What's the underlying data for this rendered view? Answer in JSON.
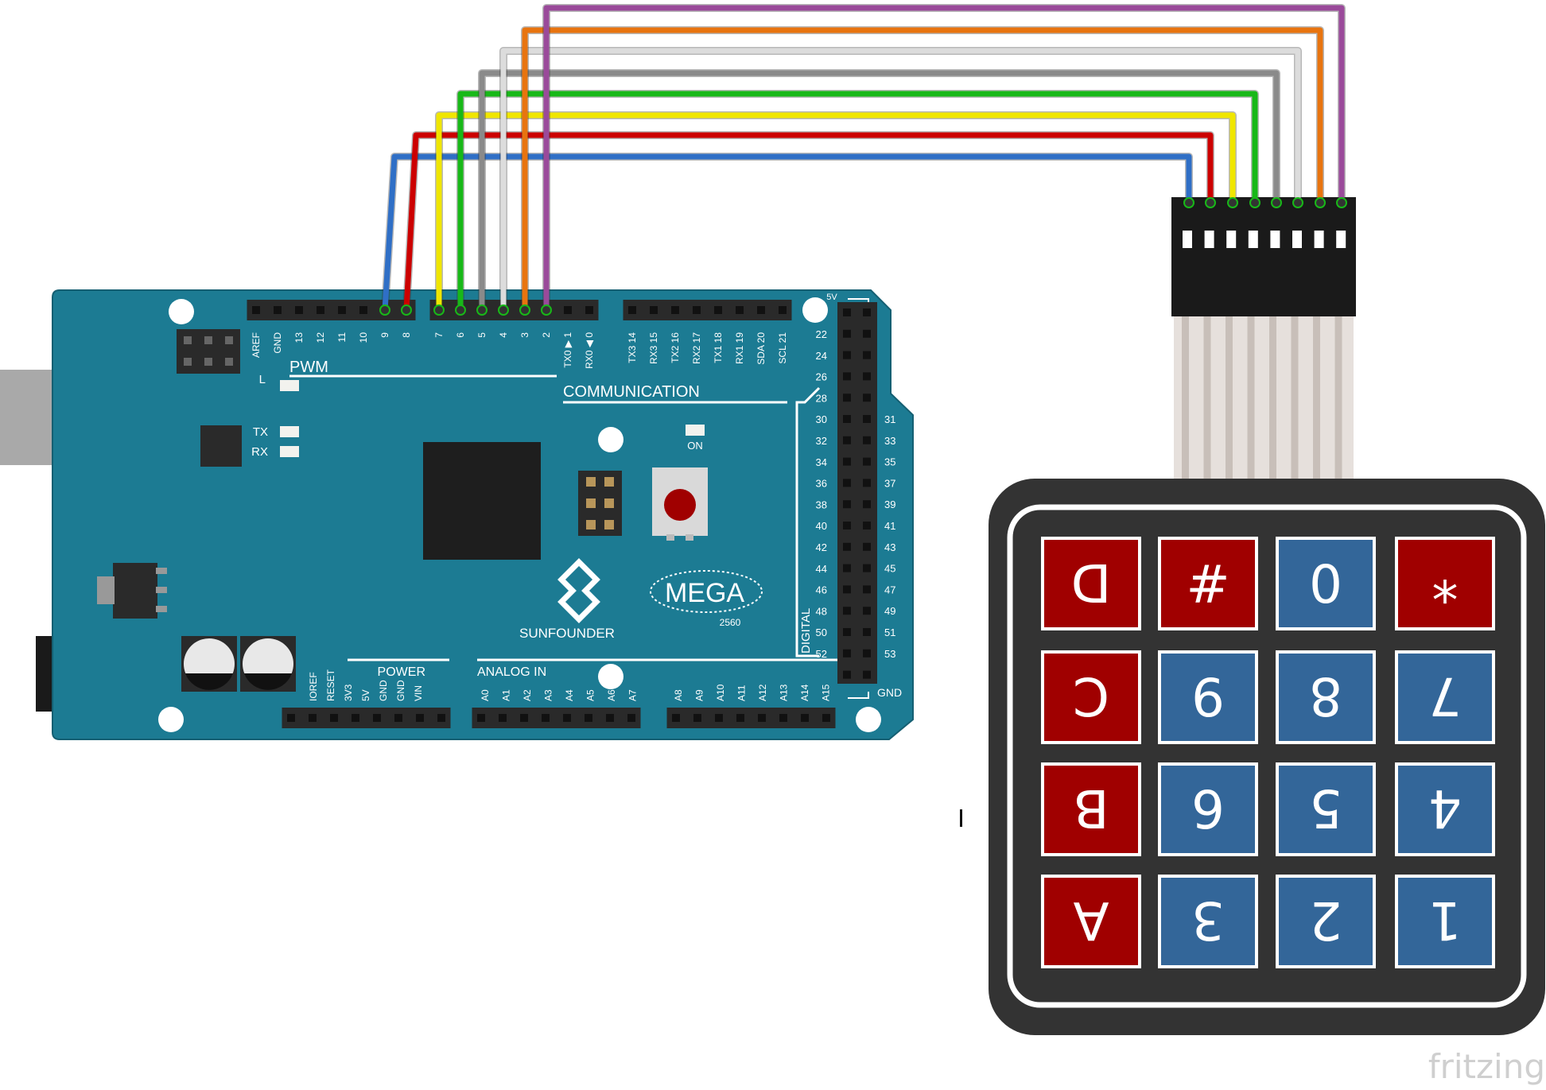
{
  "board": {
    "brand": "SUNFOUNDER",
    "model": "MEGA",
    "model_number": "2560",
    "pwm_label": "PWM",
    "communication_label": "COMMUNICATION",
    "power_label": "POWER",
    "analog_label": "ANALOG IN",
    "digital_label": "DIGITAL",
    "led_l": "L",
    "led_tx": "TX",
    "led_rx": "RX",
    "led_on": "ON",
    "gnd_bottom": "GND",
    "five_v_top": "5V",
    "pwm_pins": [
      "AREF",
      "GND",
      "13",
      "12",
      "11",
      "10",
      "9",
      "8"
    ],
    "digital_low_pins": [
      "7",
      "6",
      "5",
      "4",
      "3",
      "2",
      "TX0 ▶ 1",
      "RX0 ◀ 0"
    ],
    "comm_pins": [
      "TX3 14",
      "RX3 15",
      "TX2 16",
      "RX2 17",
      "TX1 18",
      "RX1 19",
      "SDA 20",
      "SCL 21"
    ],
    "power_pins": [
      "IOREF",
      "RESET",
      "3V3",
      "5V",
      "GND",
      "GND",
      "VIN"
    ],
    "analog_pins": [
      "A0",
      "A1",
      "A2",
      "A3",
      "A4",
      "A5",
      "A6",
      "A7",
      "A8",
      "A9",
      "A10",
      "A11",
      "A12",
      "A13",
      "A14",
      "A15"
    ],
    "digital_left": [
      "22",
      "24",
      "26",
      "28",
      "30",
      "32",
      "34",
      "36",
      "38",
      "40",
      "42",
      "44",
      "46",
      "48",
      "50",
      "52"
    ],
    "digital_right": [
      "31",
      "33",
      "35",
      "37",
      "39",
      "41",
      "43",
      "45",
      "47",
      "49",
      "51",
      "53"
    ]
  },
  "keypad": {
    "rows": [
      [
        "D",
        "#",
        "0",
        "*"
      ],
      [
        "C",
        "9",
        "8",
        "7"
      ],
      [
        "B",
        "6",
        "5",
        "4"
      ],
      [
        "A",
        "3",
        "2",
        "1"
      ]
    ],
    "letter_color": "#a00000",
    "digit_color": "#336699"
  },
  "wires": [
    {
      "color": "#2f6fc6"
    },
    {
      "color": "#cc0000"
    },
    {
      "color": "#f0e600"
    },
    {
      "color": "#18b818"
    },
    {
      "color": "#8a8a8a"
    },
    {
      "color": "#dcdcdc"
    },
    {
      "color": "#e8740f"
    },
    {
      "color": "#9a4a9a"
    }
  ],
  "watermark": "fritzing",
  "colors": {
    "board": "#1c7b93",
    "board_edge": "#155f72",
    "header": "#2a2a2a",
    "keypad_body": "#333333"
  }
}
